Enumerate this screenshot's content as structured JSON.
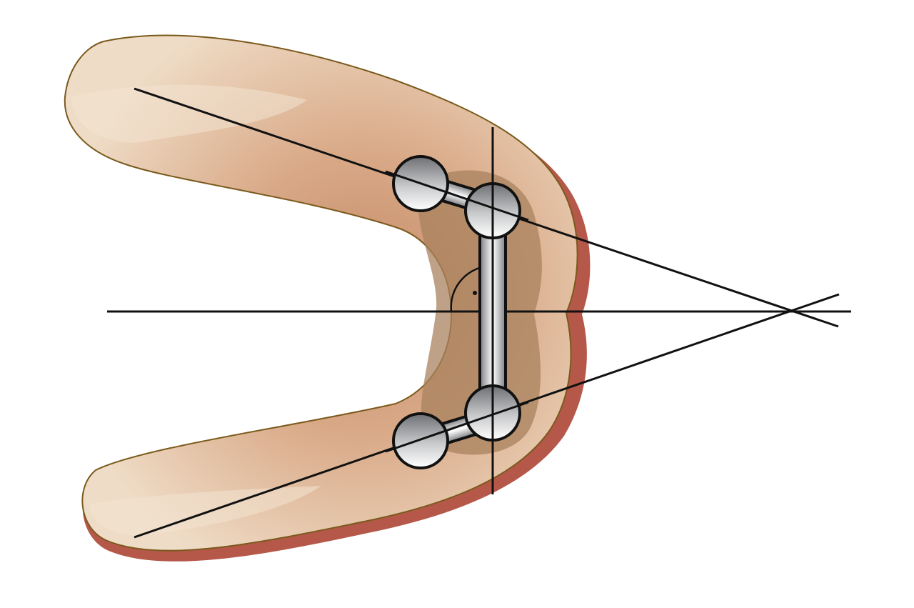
{
  "diagram": {
    "subject": "edentulous-mandible-arch-with-implant-bar",
    "colors": {
      "background": "#ffffff",
      "ridge_light": "#efdcc6",
      "ridge_mid": "#d9a987",
      "ridge_dark": "#b77c5c",
      "ridge_shadow": "#b5584a",
      "ridge_outline": "#7a5a1c",
      "bar_area": "#a8825e",
      "line": "#111111",
      "implant_light": "#ffffff",
      "implant_dark": "#8a8c90"
    },
    "elements": {
      "implants": [
        "anterior-left-implant",
        "posterior-left-implant",
        "anterior-right-implant",
        "posterior-right-implant"
      ],
      "connectors": [
        "connecting-bar",
        "left-cantilever",
        "right-cantilever"
      ],
      "reference_lines": [
        "midline-axis",
        "implant-perpendicular-line",
        "upper-arch-axis-line",
        "lower-arch-axis-line"
      ],
      "markers": [
        "right-angle-marker",
        "right-angle-dot"
      ]
    }
  }
}
